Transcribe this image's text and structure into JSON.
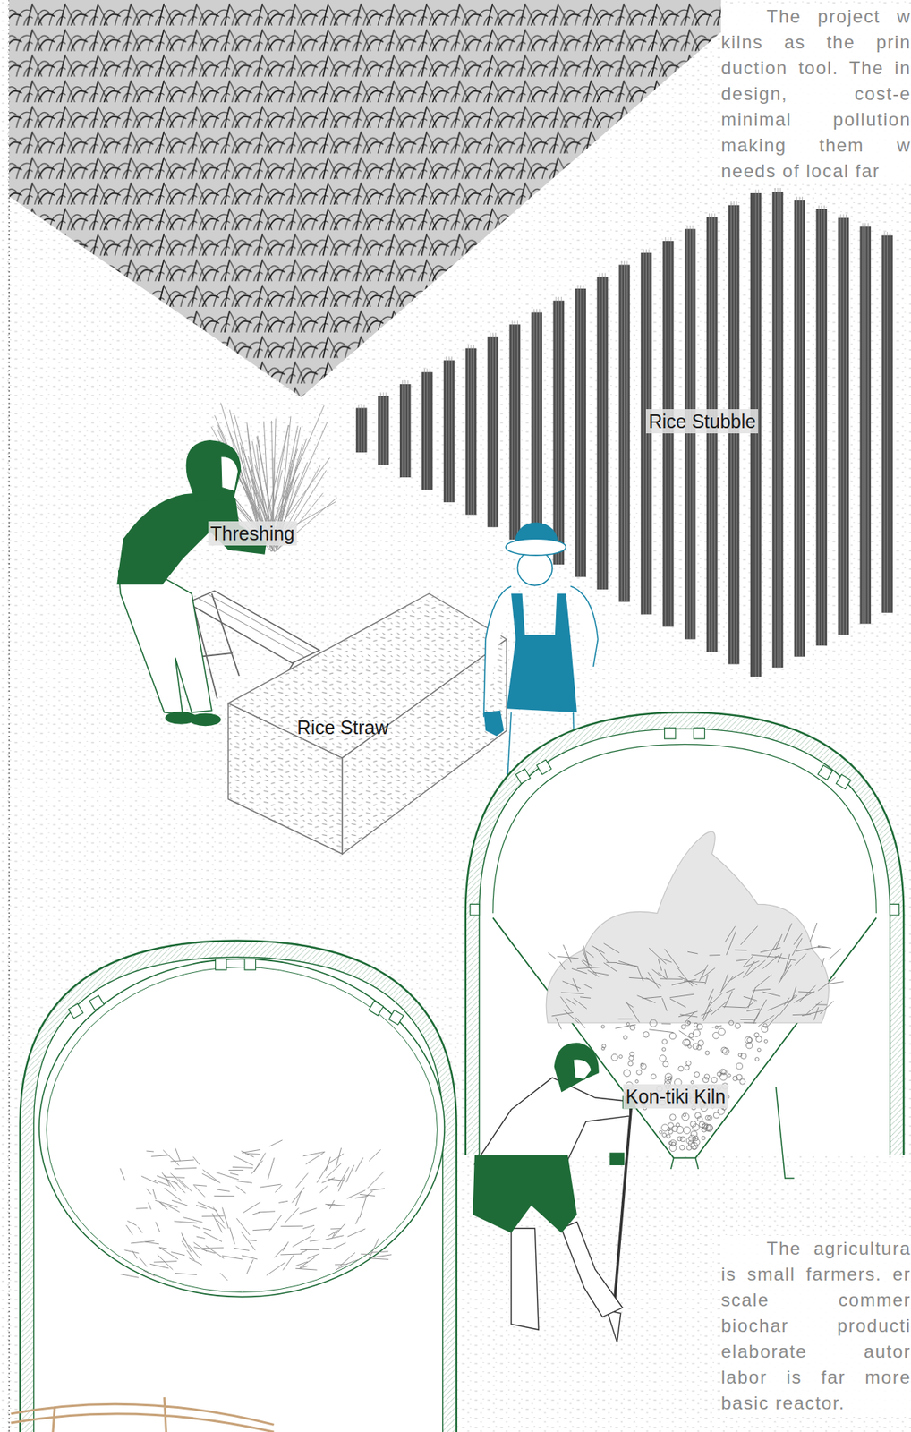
{
  "diagram": {
    "labels": [
      "The project w kilns as the prin duction tool. The in design, cost-e minimal pollution making them w needs of local far",
      "Rice Stubble",
      "Threshing",
      "Rice Straw",
      "Kon-tiki Kiln",
      "The agricultura is small farmers. er scale commer biochar producti elaborate autor labor is far more basic reactor."
    ]
  }
}
